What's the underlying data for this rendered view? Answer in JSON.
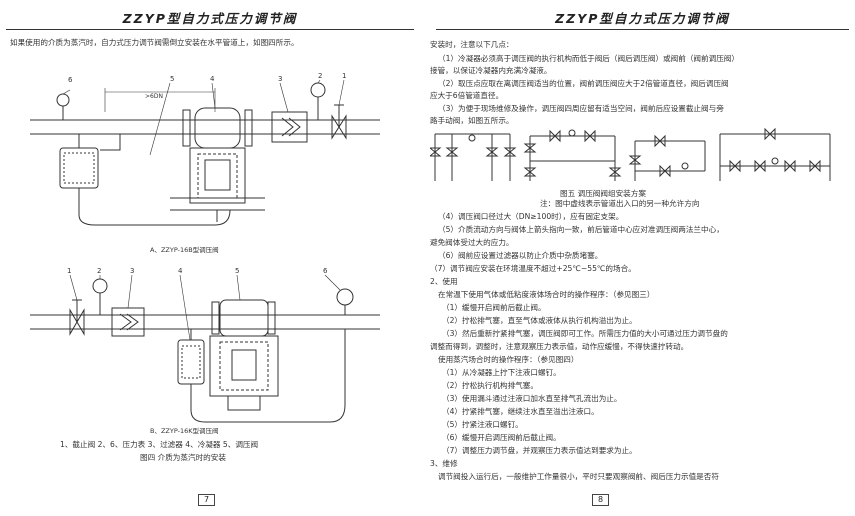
{
  "header": "ZZYP型自力式压力调节阀",
  "left": {
    "intro": "如果使用的介质为蒸汽时，自力式压力调节阀需倒立安装在水平管道上，如图四所示。",
    "dim_label": ">6DN",
    "fig_a_callouts": [
      "6",
      "5",
      "4",
      "3",
      "2",
      "1"
    ],
    "fig_a_caption": "A、ZZYP-16B型调压阀",
    "fig_b_callouts": [
      "1",
      "2",
      "3",
      "4",
      "5",
      "6"
    ],
    "fig_b_caption": "B、ZZYP-16K型调压阀",
    "legend": "1、截止阀  2、6、压力表  3、过滤器  4、冷凝器  5、调压阀",
    "figure_caption": "图四  介质为蒸汽时的安装",
    "page_number": "7"
  },
  "right": {
    "lines": [
      "安装时，注意以下几点：",
      "（1）冷凝器必须高于调压阀的执行机构而低于阀后（阀后调压阀）或阀前（阀前调压阀）",
      "接管，以保证冷凝器内充满冷凝液。",
      "（2）取压点应取在离调压阀适当的位置，阀前调压阀应大于2倍管道直径，阀后调压阀",
      "应大于6倍管道直径。",
      "（3）为便于现场维修及操作，调压阀四周应留有适当空间，阀前后应设置截止阀与旁",
      "路手动阀，如图五所示。"
    ],
    "fig5_caption": "图五  调压阀阀组安装方案",
    "fig5_note": "注：图中虚线表示管道出入口的另一种允许方向",
    "lines2": [
      "（4）调压阀口径过大（DN≥100时），应有固定支架。",
      "（5）介质流动方向与阀体上箭头指向一致，前后管道中心应对准调压阀两法兰中心，",
      "避免阀体受过大的应力。",
      "（6）阀前应设置过滤器以防止介质中杂质堵塞。",
      "（7）调节阀应安装在环境温度不超过+25℃~55℃的场合。",
      "2、使用",
      "在常温下使用气体或低粘度液体场合时的操作程序：（参见图三）",
      "（1）缓慢开启阀前后截止阀。",
      "（2）拧松排气塞，直至气体或液体从执行机构溢出为止。",
      "（3）然后重新拧紧排气塞，调压阀即可工作。所需压力值的大小可通过压力调节盘的",
      "调整而得到，调整时，注意观察压力表示值，动作应缓慢，不得快速拧转动。",
      "使用蒸汽场合时的操作程序：（参见图四）",
      "（1）从冷凝器上拧下注液口螺钉。",
      "（2）拧松执行机构排气塞。",
      "（3）使用漏斗通过注液口加水直至排气孔流出为止。",
      "（4）拧紧排气塞，继续注水直至溢出注液口。",
      "（5）拧紧注液口螺钉。",
      "（6）缓慢开启调压阀前后截止阀。",
      "（7）调整压力调节盘，并观察压力表示值达到要求为止。",
      "3、维修",
      "调节阀投入运行后，一般维护工作量很小，平时只要观察阀前、阀后压力示值是否符"
    ],
    "page_number": "8"
  }
}
